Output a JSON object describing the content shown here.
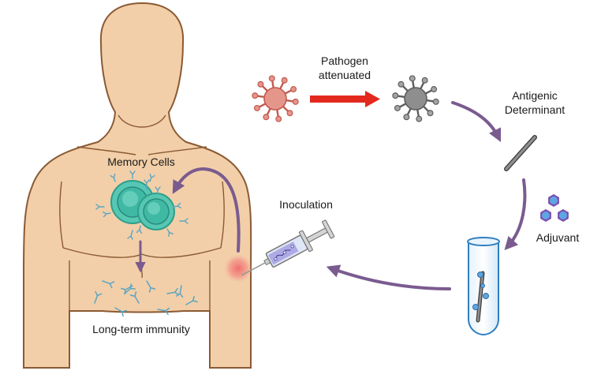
{
  "labels": {
    "pathogen": [
      "Pathogen",
      "attenuated"
    ],
    "antigenic": [
      "Antigenic",
      "Determinant"
    ],
    "adjuvant": "Adjuvant",
    "inoculation": "Inoculation",
    "memory_cells": "Memory Cells",
    "long_term": "Long-term immunity"
  },
  "colors": {
    "skin": "#f2cfa8",
    "skin_outline": "#8a5a34",
    "process_arrow": "#7a5b8f",
    "attenuation_arrow": "#e3291e",
    "pathogen_virulent": "#e5968b",
    "pathogen_attenuated": "#8e8e8e",
    "memory_cell": "#3fb9a3",
    "antibody": "#5aa5c4",
    "adjuvant": "#5ea6e2",
    "injection_site": "#f06a6a"
  }
}
